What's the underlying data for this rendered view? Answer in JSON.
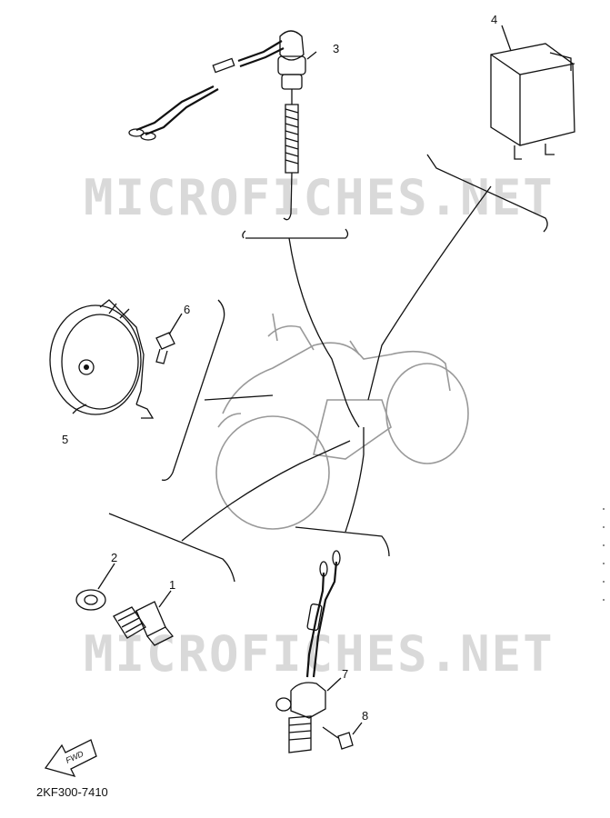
{
  "watermarks": [
    "MICROFICHES.NET",
    "MICROFICHES.NET"
  ],
  "callouts": [
    "1",
    "2",
    "3",
    "4",
    "5",
    "6",
    "7",
    "8"
  ],
  "fwd_label": "FWD",
  "drawing_code": "2KF300-7410"
}
